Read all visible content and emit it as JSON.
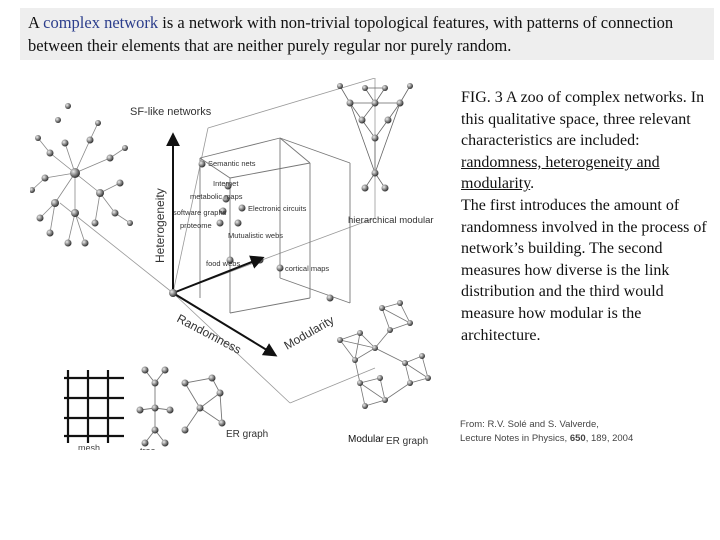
{
  "intro": {
    "before": "A ",
    "highlight": "complex network",
    "after": " is a network with non-trivial topological features, with patterns of connection between their elements that are neither purely regular nor purely random."
  },
  "figure": {
    "sf_label": "SF-like networks",
    "axis_heterogeneity": "Heterogeneity",
    "axis_randomness": "Randomness",
    "axis_modularity": "Modularity",
    "points": {
      "semantic": "Semantic nets",
      "internet": "Internet",
      "metabolic": "metabolic maps",
      "software": "software graphs",
      "proteome": "proteome",
      "electronic": "Electronic circuits",
      "mutualistic": "Mutualistic webs",
      "food": "food webs",
      "cortical": "cortical maps"
    },
    "hier_label": "hierarchical modular",
    "er_label": "ER graph",
    "modular_label": "Modular",
    "modular_er_label": "ER graph",
    "mesh_label": "mesh",
    "tree_label": "tree"
  },
  "caption": {
    "line1": "FIG. 3 A zoo of complex networks. In this qualitative space, three relevant characteristics are included:",
    "underlined": "randomness, heterogeneity and modularity",
    "period": ".",
    "line2": "The first introduces the amount of randomness involved in the process of network’s building. The second measures how diverse is the link distribution and the third would measure how modular is the architecture."
  },
  "source": {
    "line1": "From: R.V. Solé and S. Valverde,",
    "line2_prefix": "Lecture Notes in Physics, ",
    "volume": "650",
    "line2_suffix": ", 189, 2004"
  }
}
